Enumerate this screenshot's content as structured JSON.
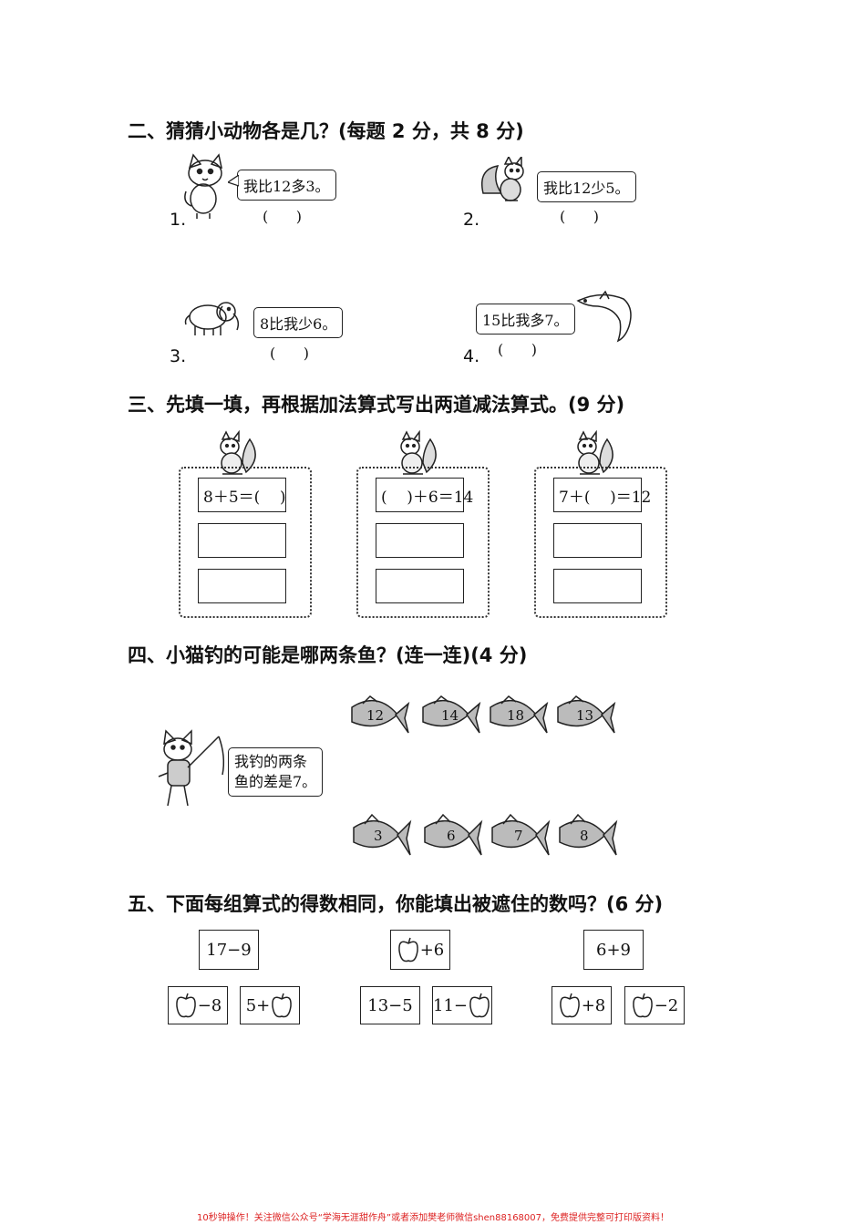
{
  "section2": {
    "heading": "二、猜猜小动物各是几？(每题 2 分，共 8 分)",
    "items": [
      {
        "no": "1.",
        "speech": "我比12多3。",
        "answer": "(      )"
      },
      {
        "no": "2.",
        "speech": "我比12少5。",
        "answer": "(      )"
      },
      {
        "no": "3.",
        "speech": "8比我少6。",
        "answer": "(      )"
      },
      {
        "no": "4.",
        "speech": "15比我多7。",
        "answer": "(      )"
      }
    ]
  },
  "section3": {
    "heading": "三、先填一填，再根据加法算式写出两道减法算式。(9 分)",
    "equations": [
      "8＋5＝(    )",
      "(    )＋6＝14",
      "7＋(    )＝12"
    ]
  },
  "section4": {
    "heading": "四、小猫钓的可能是哪两条鱼？(连一连)(4 分)",
    "speech_line1": "我钓的两条",
    "speech_line2": "鱼的差是7。",
    "fish_top": [
      "12",
      "14",
      "18",
      "13"
    ],
    "fish_bottom": [
      "3",
      "6",
      "7",
      "8"
    ]
  },
  "section5": {
    "heading": "五、下面每组算式的得数相同，你能填出被遮住的数吗？(6 分)",
    "groups": [
      {
        "top": "17−9",
        "left_suffix": "−8",
        "right_prefix": "5+"
      },
      {
        "top_suffix": "+6",
        "left": "13−5",
        "right_prefix": "11−"
      },
      {
        "top": "6+9",
        "left_suffix": "+8",
        "right_suffix": "−2"
      }
    ]
  },
  "footer": "10秒钟操作！关注微信公众号“学海无涯甜作舟”或者添加樊老师微信shen88168007，免费提供完整可打印版资料！"
}
